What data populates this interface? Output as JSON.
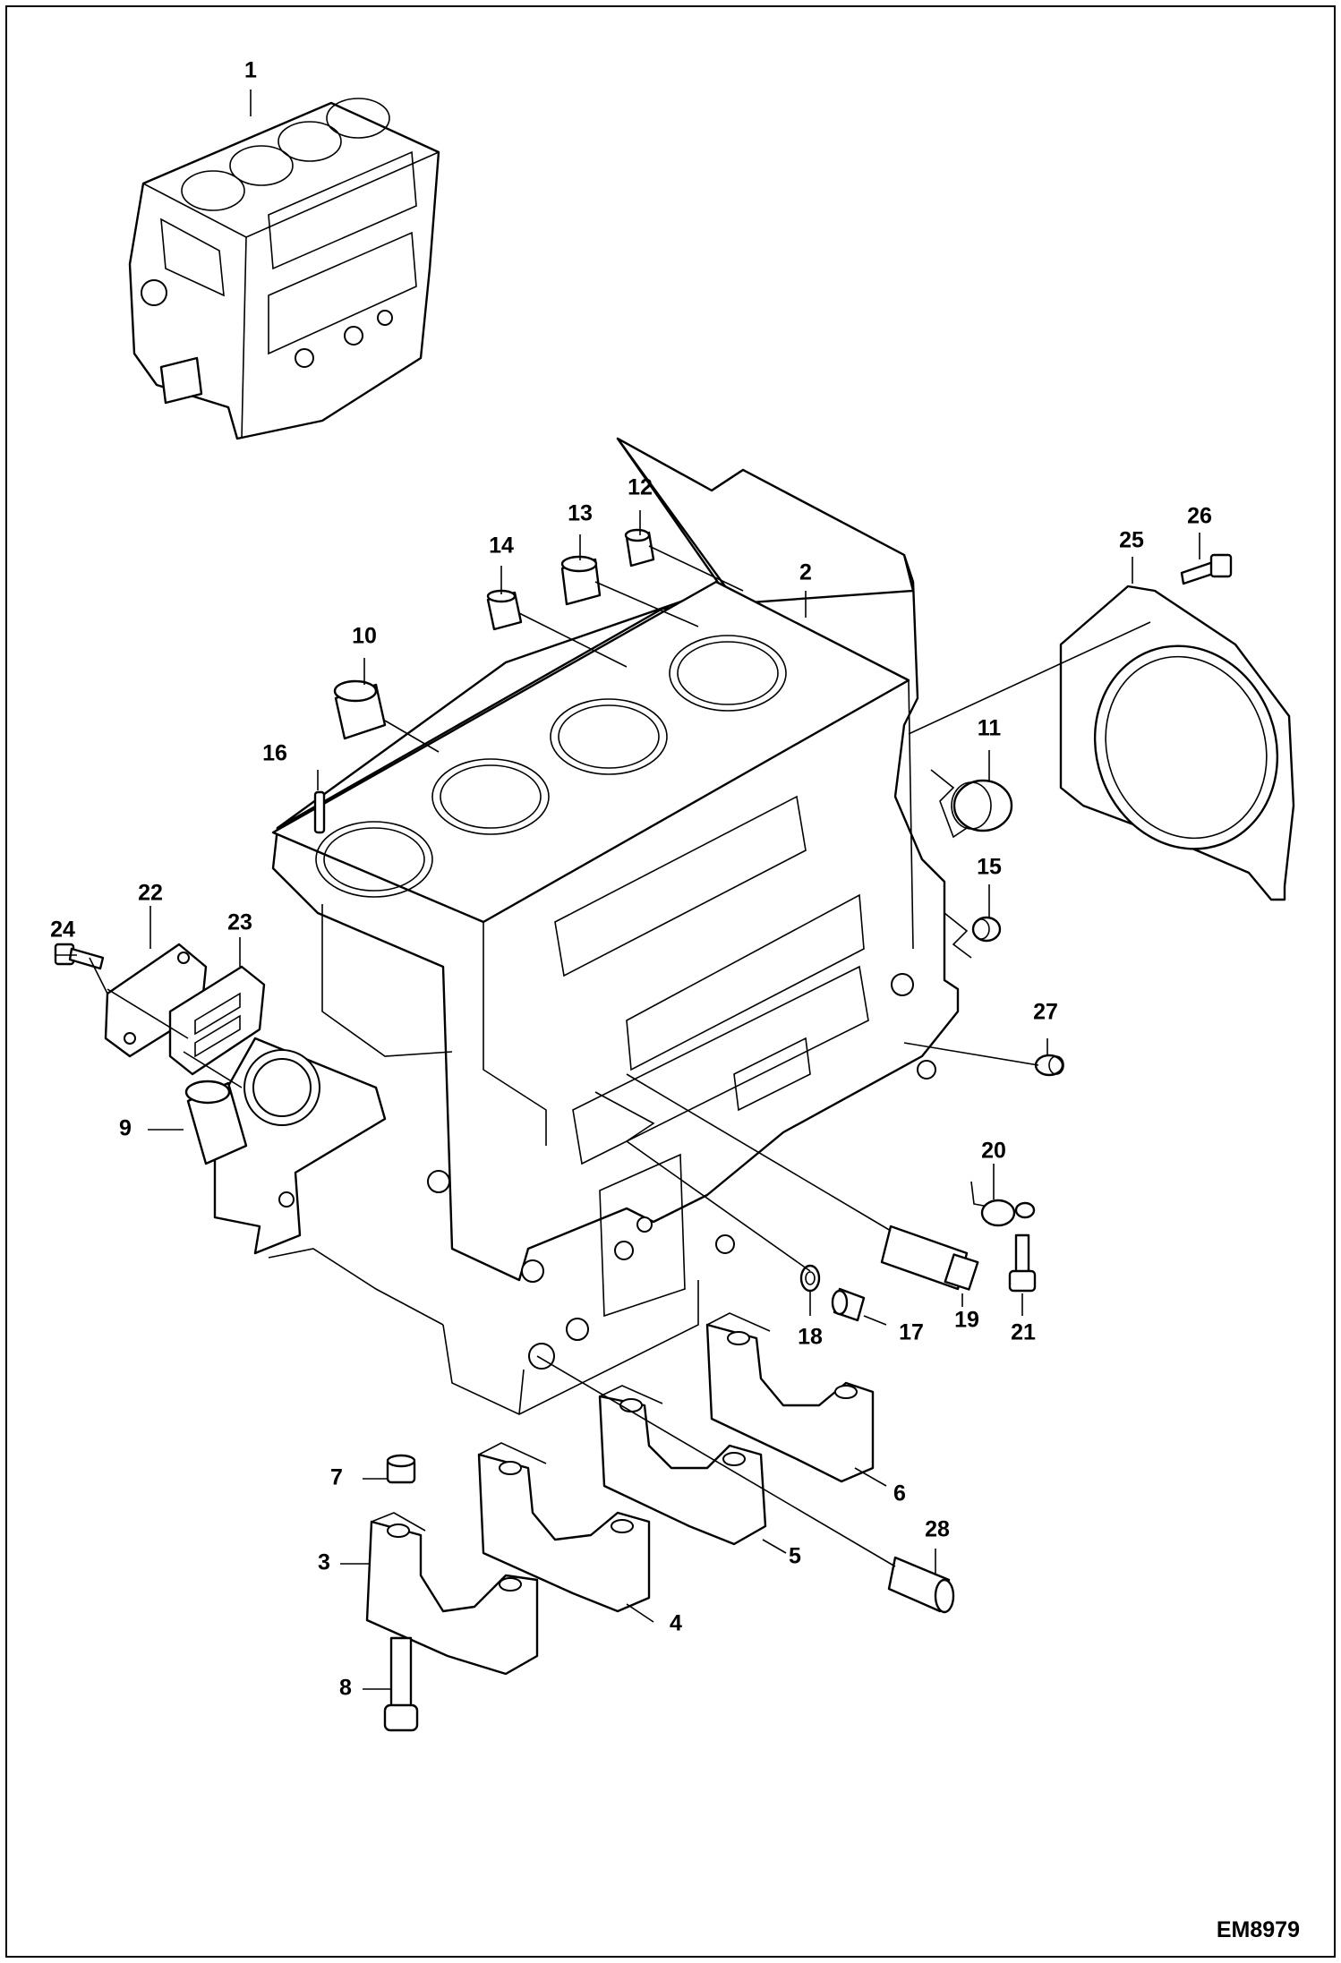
{
  "drawing_code": "EM8979",
  "callouts": [
    {
      "id": "1",
      "label": "1"
    },
    {
      "id": "2",
      "label": "2"
    },
    {
      "id": "3",
      "label": "3"
    },
    {
      "id": "4",
      "label": "4"
    },
    {
      "id": "5",
      "label": "5"
    },
    {
      "id": "6",
      "label": "6"
    },
    {
      "id": "7",
      "label": "7"
    },
    {
      "id": "8",
      "label": "8"
    },
    {
      "id": "9",
      "label": "9"
    },
    {
      "id": "10",
      "label": "10"
    },
    {
      "id": "11",
      "label": "11"
    },
    {
      "id": "12",
      "label": "12"
    },
    {
      "id": "13",
      "label": "13"
    },
    {
      "id": "14",
      "label": "14"
    },
    {
      "id": "15",
      "label": "15"
    },
    {
      "id": "16",
      "label": "16"
    },
    {
      "id": "17",
      "label": "17"
    },
    {
      "id": "18",
      "label": "18"
    },
    {
      "id": "19",
      "label": "19"
    },
    {
      "id": "20",
      "label": "20"
    },
    {
      "id": "21",
      "label": "21"
    },
    {
      "id": "22",
      "label": "22"
    },
    {
      "id": "23",
      "label": "23"
    },
    {
      "id": "24",
      "label": "24"
    },
    {
      "id": "25",
      "label": "25"
    },
    {
      "id": "26",
      "label": "26"
    },
    {
      "id": "27",
      "label": "27"
    },
    {
      "id": "28",
      "label": "28"
    }
  ]
}
